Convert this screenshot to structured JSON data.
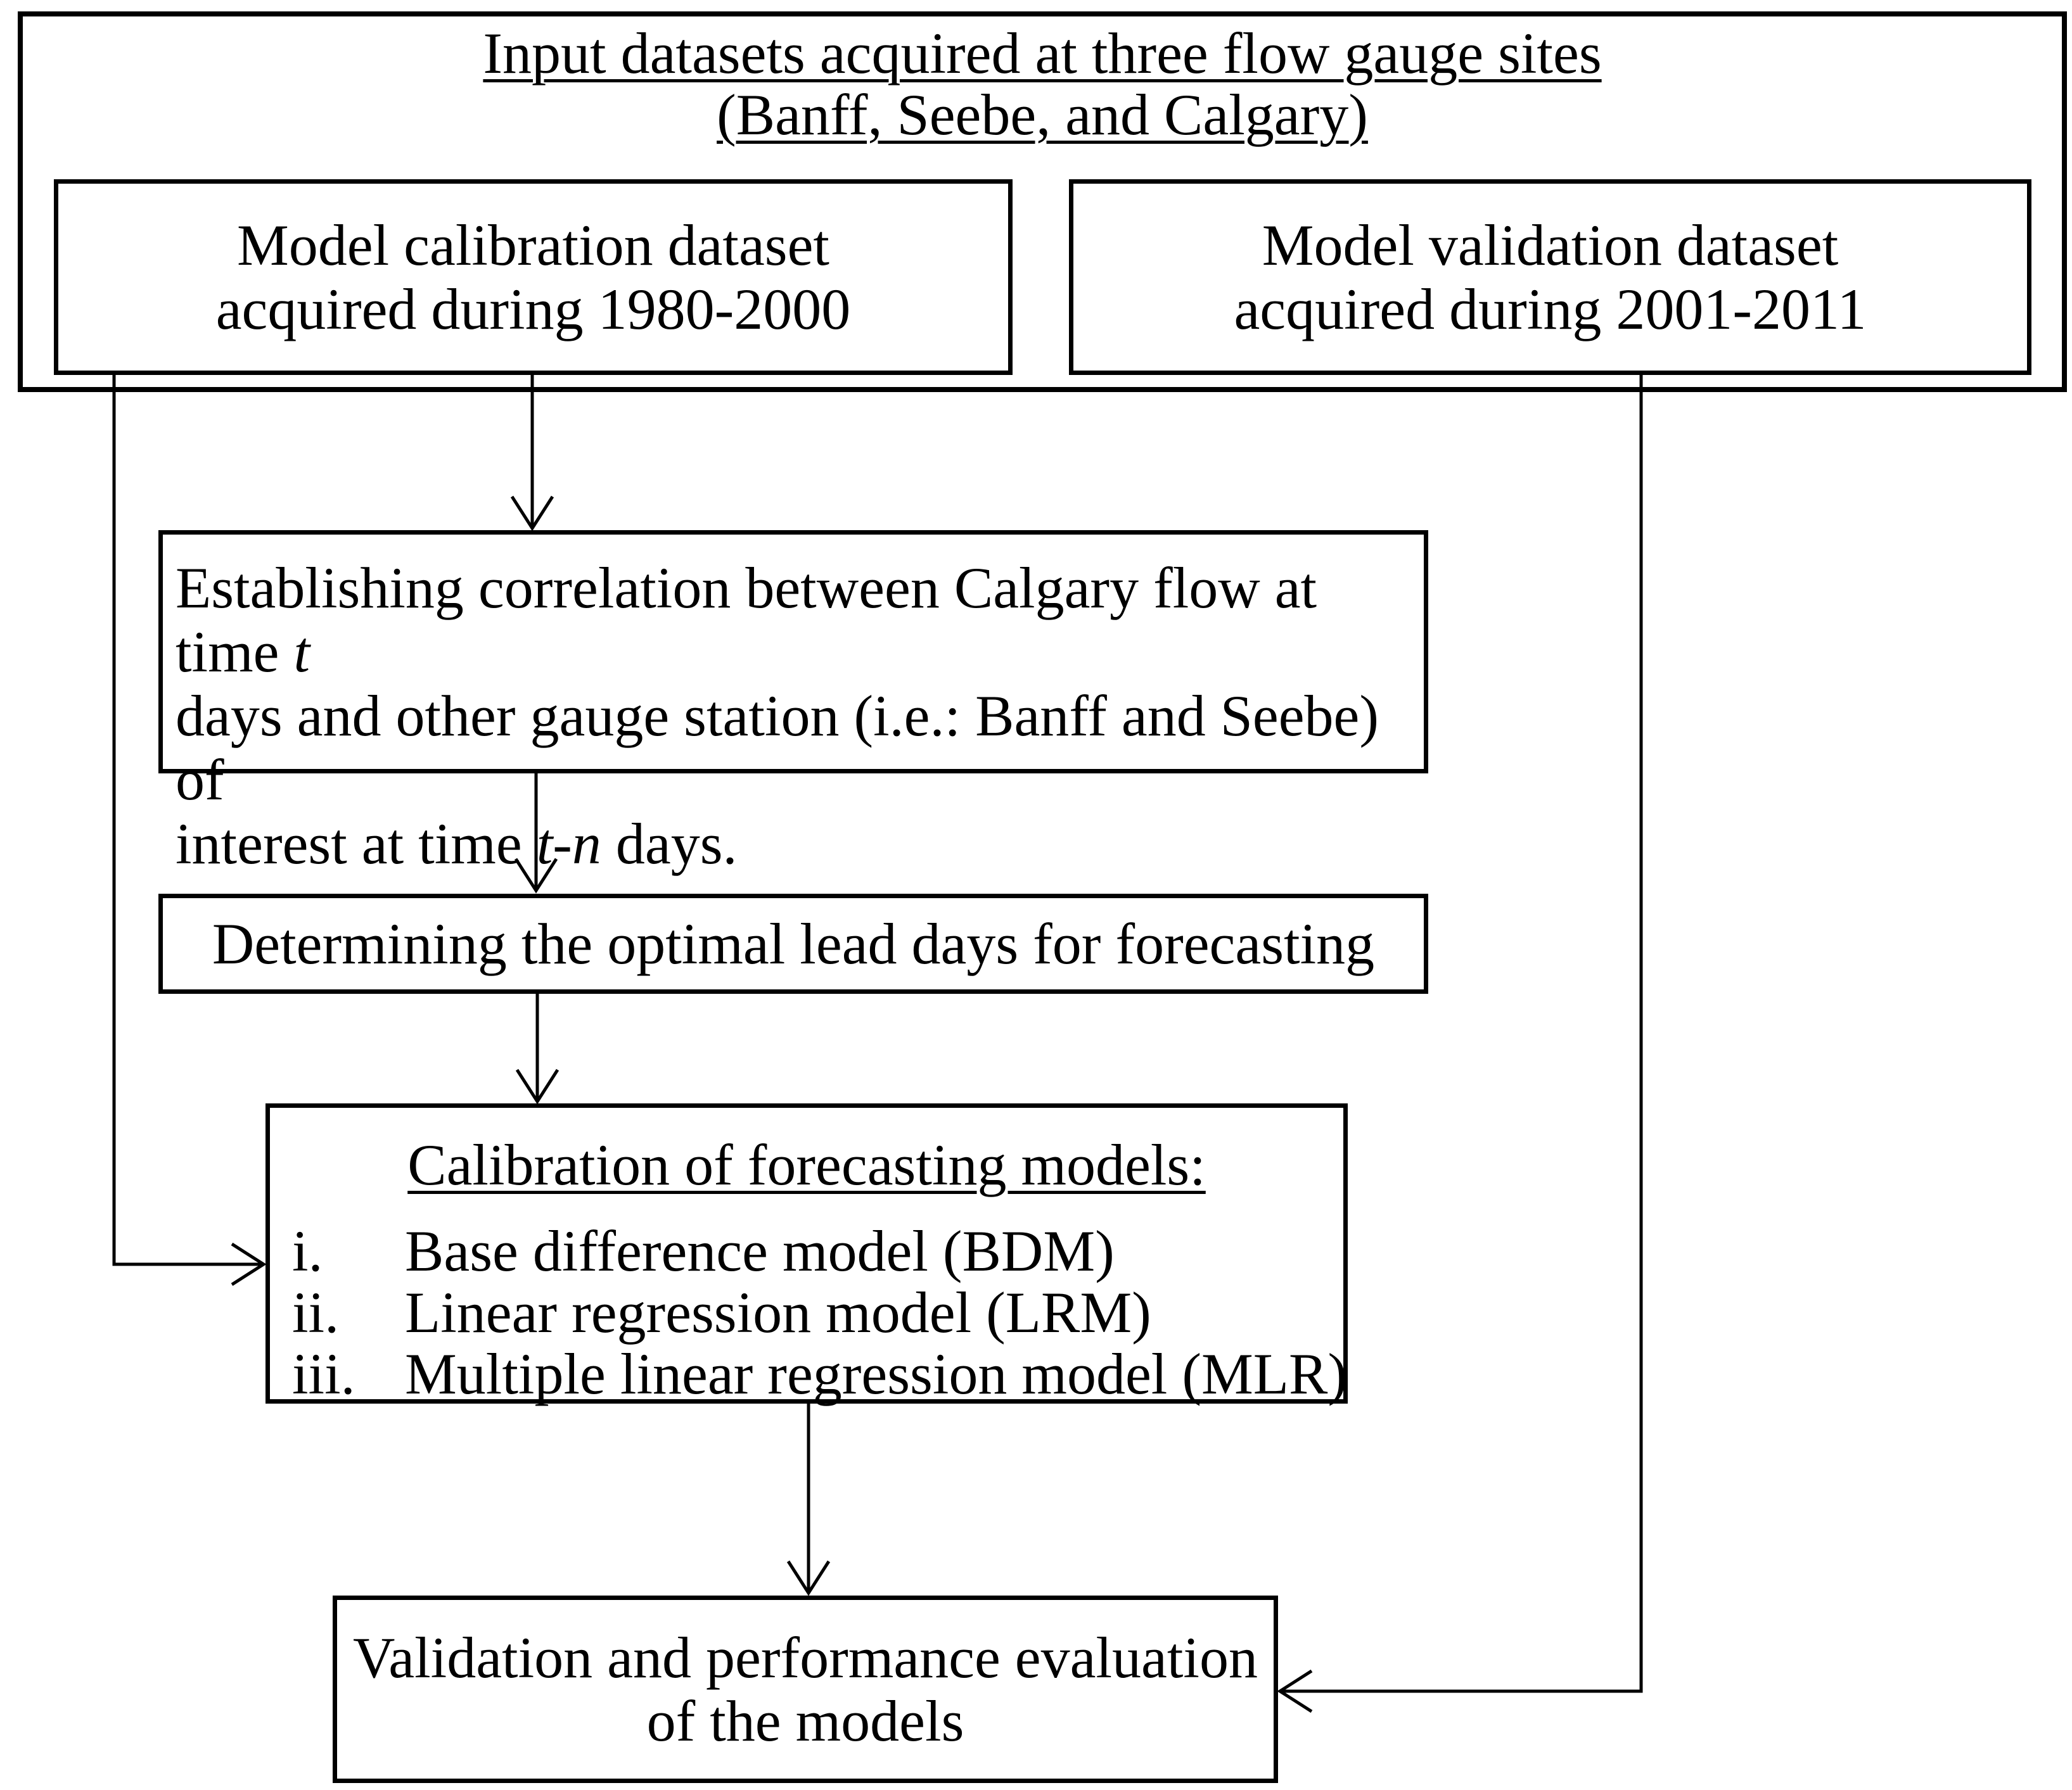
{
  "diagram": {
    "colors": {
      "line": "#000000",
      "background": "#ffffff"
    },
    "header": {
      "line1": "Input datasets acquired at three flow gauge sites",
      "line2": "(Banff, Seebe, and Calgary)"
    },
    "calibration_dataset_box": {
      "line1": "Model calibration dataset",
      "line2": "acquired during 1980-2000"
    },
    "validation_dataset_box": {
      "line1": "Model validation dataset",
      "line2": "acquired during 2001-2011"
    },
    "correlation_box": {
      "line1_text": "Establishing correlation between Calgary flow at time ",
      "line1_var": "t",
      "line2_text": "days and other gauge station (i.e.: Banff and Seebe) of",
      "line3_pre": "interest at time ",
      "line3_var": "t-n",
      "line3_post": " days."
    },
    "lead_days_box": {
      "text": "Determining the optimal lead days for forecasting"
    },
    "models_box": {
      "title": "Calibration of forecasting models:",
      "items": [
        {
          "numeral": "i.",
          "label": "Base difference model (BDM)"
        },
        {
          "numeral": "ii.",
          "label": "Linear regression model (LRM)"
        },
        {
          "numeral": "iii.",
          "label": "Multiple linear regression model (MLR)"
        }
      ]
    },
    "evaluation_box": {
      "line1": "Validation and performance evaluation",
      "line2": "of the models"
    }
  }
}
